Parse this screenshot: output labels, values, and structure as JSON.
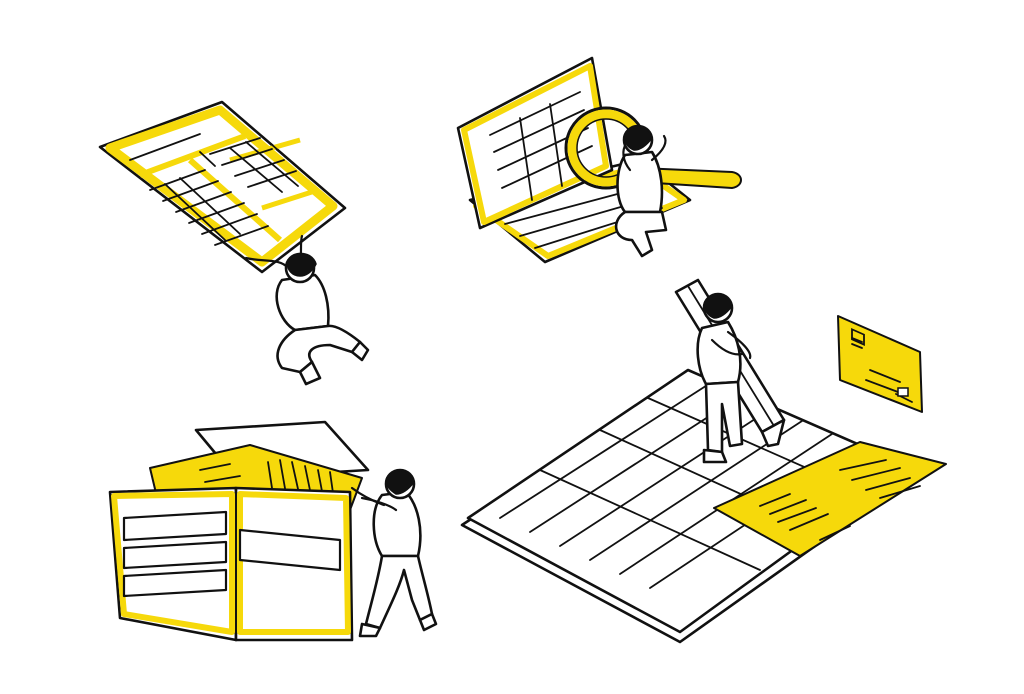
{
  "illustration": {
    "style": "line-art with yellow accent",
    "colors": {
      "accent": "#f6d90b",
      "ink": "#111111",
      "background": "#ffffff"
    },
    "vignettes": [
      {
        "id": "spreadsheet-carry",
        "icon": "spreadsheet-icon"
      },
      {
        "id": "laptop-inspect",
        "icon": "magnifier-icon"
      },
      {
        "id": "wallet-receipt",
        "icon": "wallet-icon"
      },
      {
        "id": "table-card-receipt",
        "icon": "credit-card-icon"
      }
    ]
  }
}
